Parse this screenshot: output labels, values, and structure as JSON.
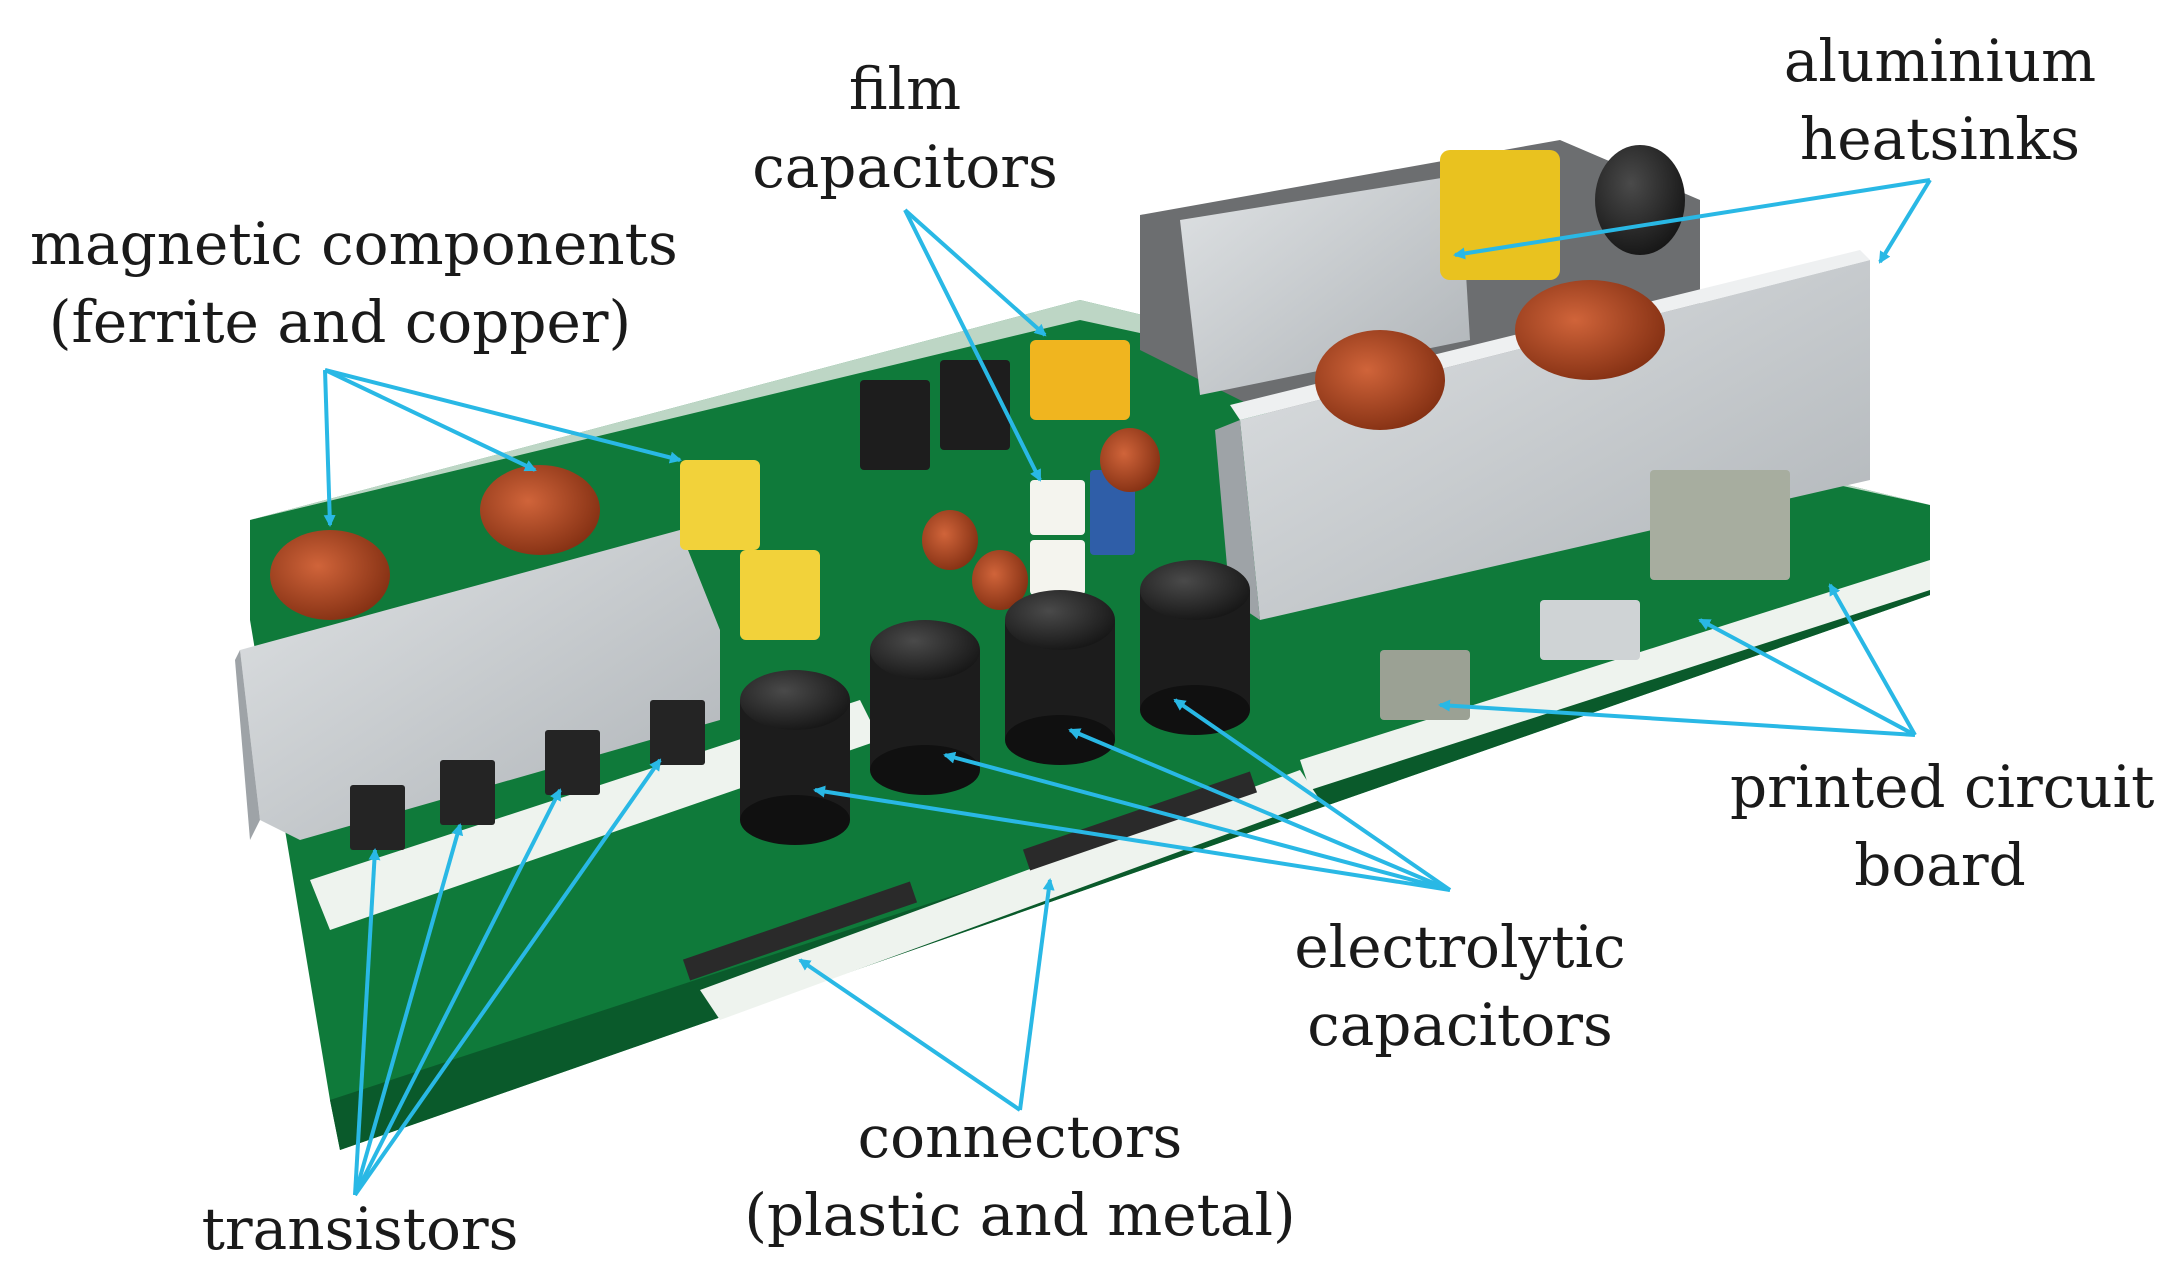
{
  "labels": {
    "magnetic": {
      "line1": "magnetic components",
      "line2": "(ferrite and copper)"
    },
    "film": {
      "line1": "film",
      "line2": "capacitors"
    },
    "heatsinks": {
      "line1": "aluminium",
      "line2": "heatsinks"
    },
    "pcb": {
      "line1": "printed circuit",
      "line2": "board"
    },
    "electrolytic": {
      "line1": "electrolytic",
      "line2": "capacitors"
    },
    "connectors": {
      "line1": "connectors",
      "line2": "(plastic and metal)"
    },
    "transistors": {
      "line1": "transistors"
    }
  },
  "colors": {
    "arrow": "#29b8e5",
    "board": "#0f7a3a",
    "board_dark": "#0a5a2b",
    "silkscreen": "#eef3ee",
    "heatsink": "#c9cccf",
    "heatsink_shadow": "#9ea3a7",
    "copper": "#a8421c",
    "electrolytic": "#1c1c1c",
    "film_yellow": "#f0b51f"
  }
}
